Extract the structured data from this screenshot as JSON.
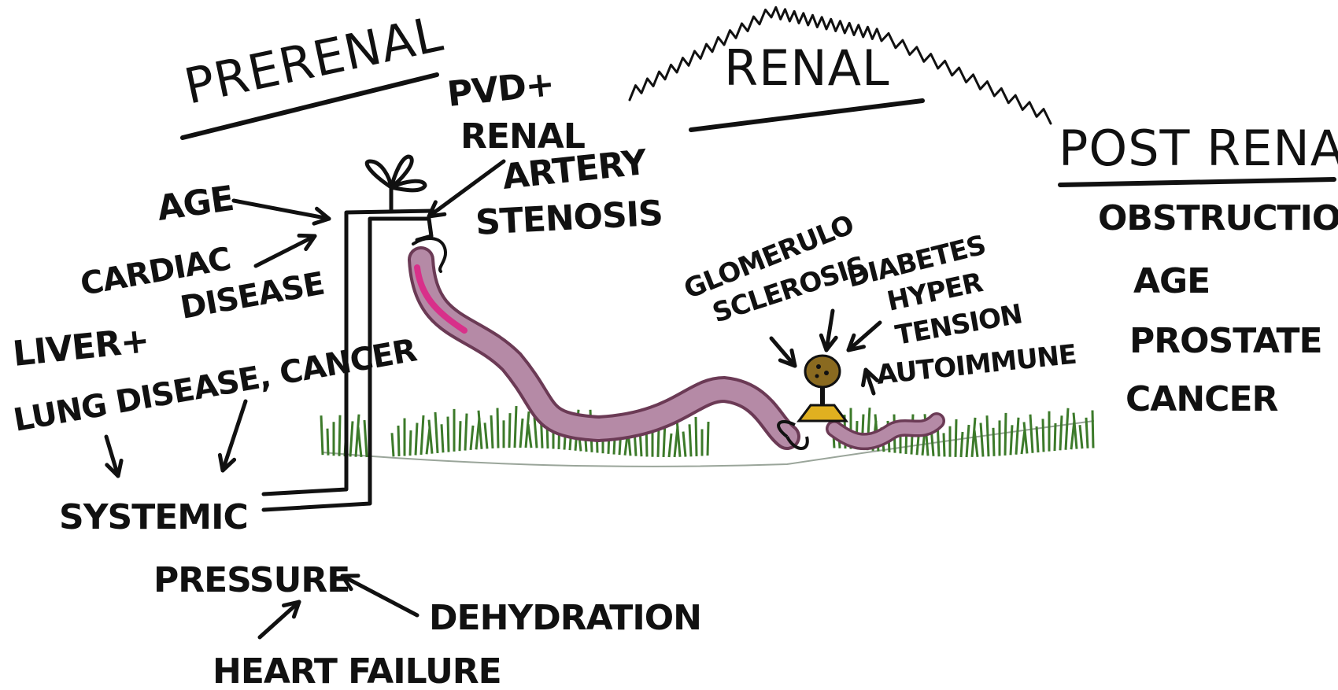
{
  "sections": {
    "prerenal": "PRERENAL",
    "renal": "RENAL",
    "postrenal": "POST RENAL"
  },
  "prerenal_causes": {
    "age": "AGE",
    "cardiac_line1": "CARDIAC",
    "cardiac_line2": "DISEASE",
    "liver_line1": "LIVER+",
    "liver_line2": "LUNG DISEASE, CANCER",
    "systemic": "SYSTEMIC",
    "pressure": "PRESSURE",
    "dehydration": "DEHYDRATION",
    "heart_failure": "HEART FAILURE"
  },
  "renal_artery": {
    "line1": "PVD+",
    "line2": "RENAL",
    "line3": "ARTERY",
    "line4": "STENOSIS"
  },
  "renal_causes": {
    "glomerulo_line1": "GLOMERULO",
    "glomerulo_line2": "SCLEROSIS",
    "diabetes": "DIABETES",
    "hyper_line1": "HYPER",
    "hyper_line2": "TENSION",
    "autoimmune": "AUTOIMMUNE"
  },
  "postrenal_causes": {
    "obstruction": "OBSTRUCTION",
    "age": "AGE",
    "prostate": "PROSTATE",
    "cancer": "CANCER"
  },
  "colors": {
    "ink": "#111111",
    "hose": "#b58aa6",
    "hose_highlight": "#d8308a",
    "grass": "#3c7a2a",
    "sprinkler": "#8a6a20",
    "sprinkler_base": "#e0b020"
  }
}
